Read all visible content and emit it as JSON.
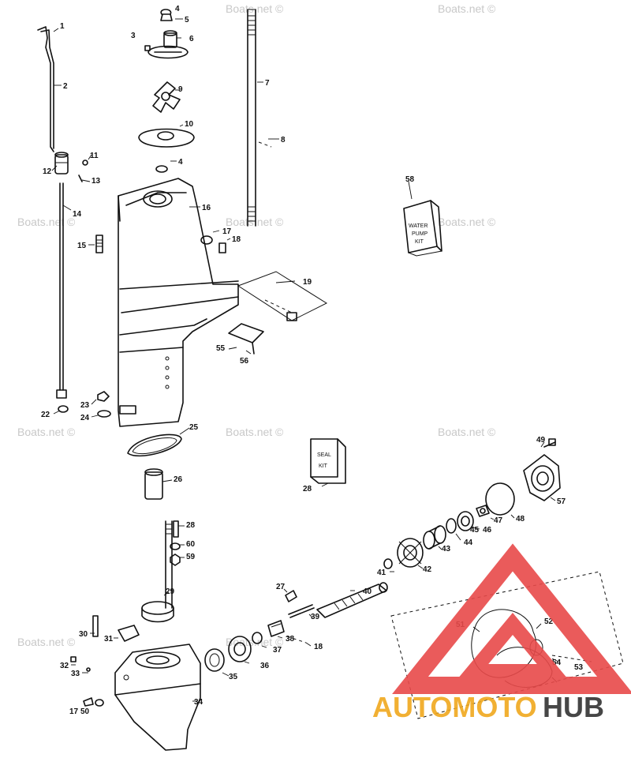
{
  "watermark": "Boats.net ©",
  "kits": {
    "water_pump": [
      "WATER",
      "PUMP",
      "KIT"
    ],
    "seal": [
      "SEAL",
      "KIT"
    ]
  },
  "logo": {
    "text_a": "AUTOMOTO",
    "text_b": "HUB",
    "colors": {
      "triangle": "#e84a4a",
      "text_a": "#f0a81e",
      "text_b": "#333333"
    }
  },
  "callouts": [
    "1",
    "2",
    "3",
    "4",
    "5",
    "6",
    "7",
    "8",
    "9",
    "10",
    "4",
    "11",
    "12",
    "13",
    "14",
    "15",
    "16",
    "17",
    "18",
    "19",
    "55",
    "56",
    "58",
    "22",
    "23",
    "24",
    "25",
    "26",
    "28",
    "60",
    "59",
    "29",
    "27",
    "39",
    "40",
    "41",
    "42",
    "43",
    "44",
    "45",
    "46",
    "47",
    "48",
    "49",
    "57",
    "28",
    "30",
    "31",
    "32",
    "33",
    "34",
    "35",
    "36",
    "37",
    "38",
    "18",
    "17",
    "50",
    "51",
    "52",
    "53",
    "54"
  ]
}
